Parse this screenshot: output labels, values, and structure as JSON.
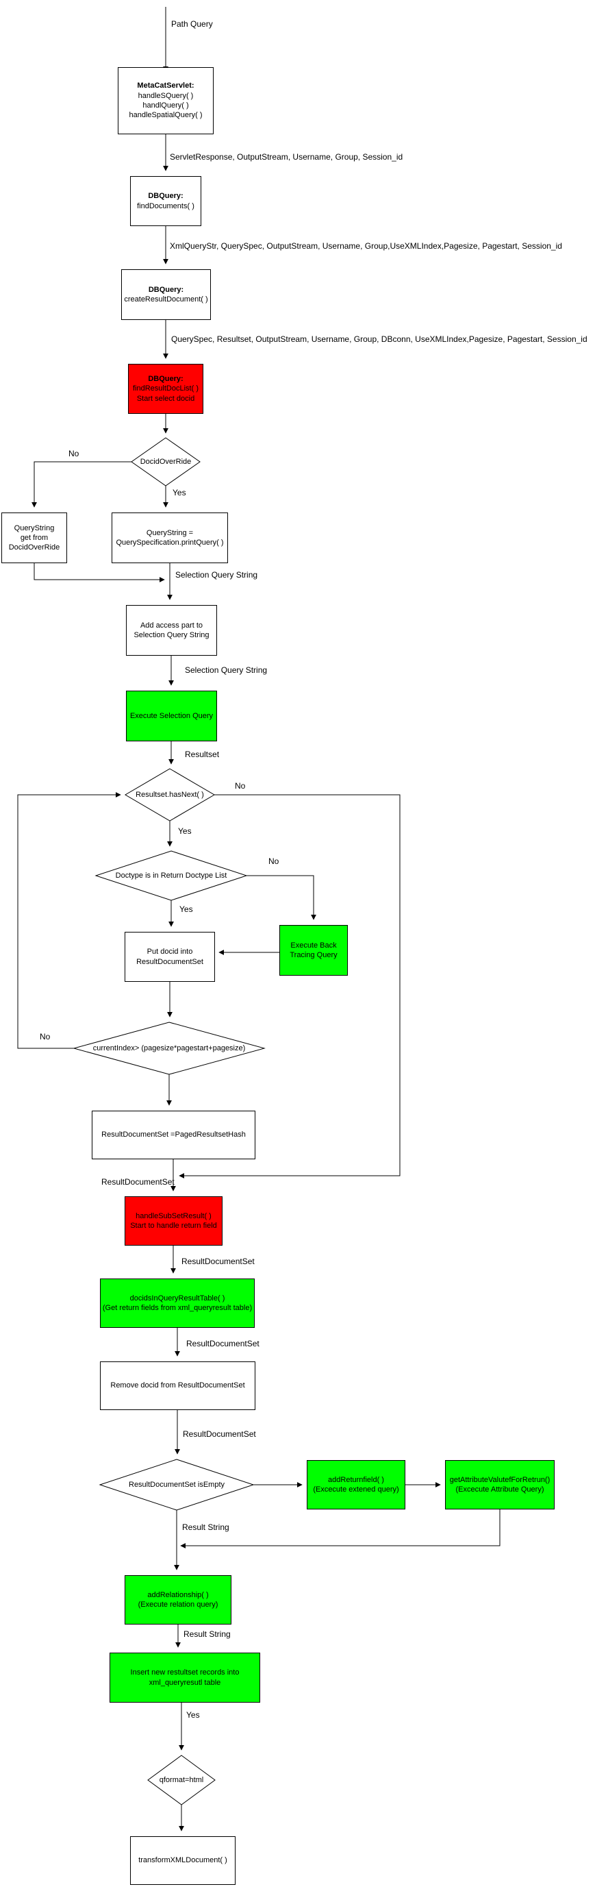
{
  "app": {
    "type": "flowchart",
    "background": "#ffffff"
  },
  "colors": {
    "process_fill": "#ffffff",
    "highlight_red": "#ff0000",
    "highlight_green": "#00ff00",
    "line": "#000000"
  },
  "nodes": {
    "metacat": {
      "title": "MetaCatServlet:",
      "lines": [
        "handleSQuery( )",
        "handlQuery( )",
        "handleSpatialQuery( )"
      ]
    },
    "db_find": {
      "title": "DBQuery:",
      "lines": [
        "findDocuments( )"
      ]
    },
    "db_create": {
      "title": "DBQuery:",
      "lines": [
        "createResultDocument( )"
      ]
    },
    "find_result_doc_list": {
      "title": "DBQuery:",
      "lines": [
        "findResultDocList( )",
        "Start select docid"
      ]
    },
    "querystring_override": {
      "lines": [
        "QueryString",
        "get from",
        "DocidOverRide"
      ]
    },
    "querystring_spec": {
      "lines": [
        "QueryString =",
        "QuerySpecification.printQuery( )"
      ]
    },
    "add_access": {
      "lines": [
        "Add access part to",
        "Selection Query String"
      ]
    },
    "execute_selection": {
      "lines": [
        "Execute Selection Query"
      ]
    },
    "put_docid": {
      "lines": [
        "Put docid into",
        "ResultDocumentSet"
      ]
    },
    "back_tracing": {
      "lines": [
        "Execute Back",
        "Tracing Query"
      ]
    },
    "paged_hash": {
      "lines": [
        "ResultDocumentSet =PagedResultsetHash"
      ]
    },
    "handle_subset": {
      "lines": [
        "handleSubSetResult( )",
        "Start to handle return field"
      ]
    },
    "docids_table": {
      "lines": [
        "docidsInQueryResultTable( )",
        "(Get return fields from xml_queryresult table)"
      ]
    },
    "remove_docid": {
      "lines": [
        "Remove docid from ResultDocumentSet"
      ]
    },
    "add_returnfield": {
      "lines": [
        "addReturnfield( )",
        "(Excecute extened query)"
      ]
    },
    "get_attribute": {
      "lines": [
        "getAttributeValutefForRetrun()",
        "(Excecute Attribute Query)"
      ]
    },
    "add_relationship": {
      "lines": [
        "addRelationship( )",
        "(Execute relation query)"
      ]
    },
    "insert_records": {
      "lines": [
        "Insert new restultset records into",
        "xml_queryresutl table"
      ]
    },
    "transform_xml": {
      "lines": [
        "transformXMLDocument( )"
      ]
    }
  },
  "decisions": {
    "docid_override": "DocidOverRide",
    "has_next": "Resultset.hasNext( )",
    "doctype_in_list": "Doctype is in Return Doctype List",
    "current_index": "currentIndex> (pagesize*pagestart+pagesize)",
    "is_empty": "ResultDocumentSet isEmpty",
    "qformat": "qformat=html"
  },
  "labels": {
    "path_query": "Path Query",
    "servlet_args": "ServletResponse, OutputStream,  Username, Group, Session_id",
    "xmlquery_args": "XmlQueryStr, QuerySpec, OutputStream, Username, Group,UseXMLIndex,Pagesize, Pagestart, Session_id",
    "queryspec_args": "QuerySpec, Resultset, OutputStream, Username, Group, DBconn, UseXMLIndex,Pagesize, Pagestart, Session_id",
    "no_docid_override": "No",
    "yes_docid_override": "Yes",
    "selection_query_string_1": "Selection Query String",
    "selection_query_string_2": "Selection Query String",
    "resultset": "Resultset",
    "no_has_next": "No",
    "yes_has_next": "Yes",
    "no_doctype": "No",
    "yes_doctype": "Yes",
    "no_current_index": "No",
    "result_document_set_1": "ResultDocumentSet",
    "result_document_set_2": "ResultDocumentSet",
    "result_document_set_3": "ResultDocumentSet",
    "result_document_set_4": "ResultDocumentSet",
    "result_string_1": "Result String",
    "result_string_2": "Result String",
    "yes_qformat": "Yes"
  }
}
